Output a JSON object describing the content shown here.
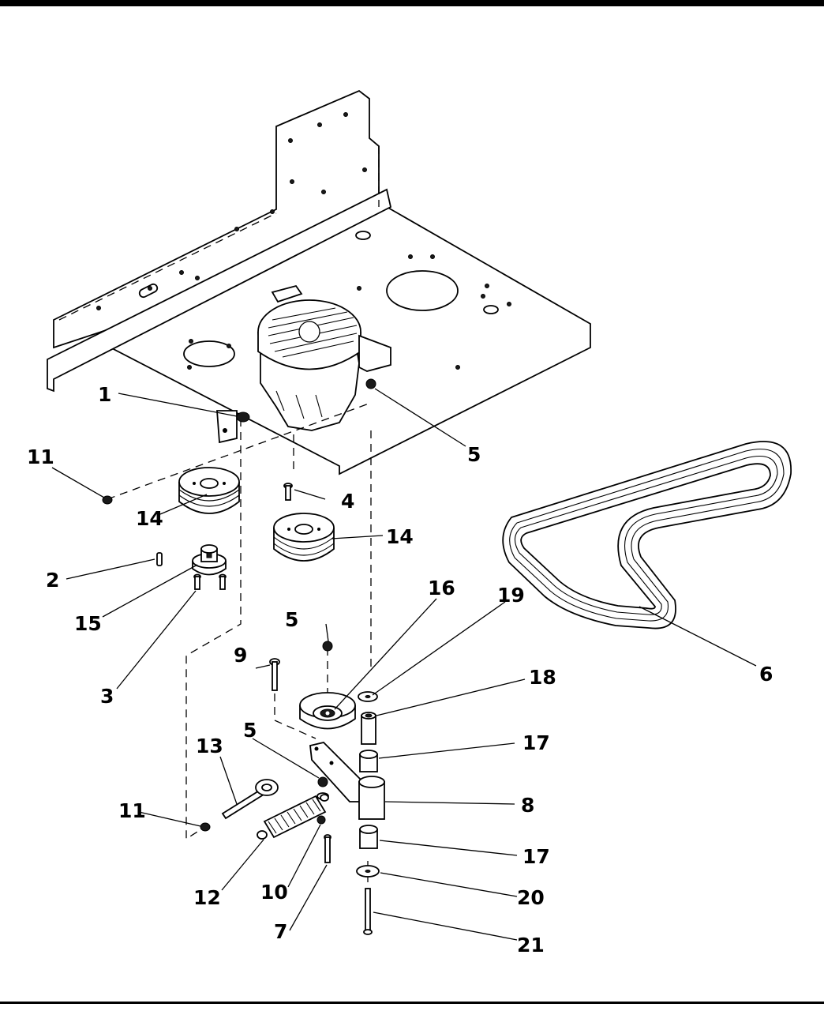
{
  "diagram": {
    "callouts": [
      {
        "id": "c1",
        "label": "1"
      },
      {
        "id": "c2",
        "label": "2"
      },
      {
        "id": "c3",
        "label": "3"
      },
      {
        "id": "c4",
        "label": "4"
      },
      {
        "id": "c5a",
        "label": "5"
      },
      {
        "id": "c5b",
        "label": "5"
      },
      {
        "id": "c5c",
        "label": "5"
      },
      {
        "id": "c6",
        "label": "6"
      },
      {
        "id": "c7",
        "label": "7"
      },
      {
        "id": "c8",
        "label": "8"
      },
      {
        "id": "c9",
        "label": "9"
      },
      {
        "id": "c10",
        "label": "10"
      },
      {
        "id": "c11a",
        "label": "11"
      },
      {
        "id": "c11b",
        "label": "11"
      },
      {
        "id": "c12",
        "label": "12"
      },
      {
        "id": "c13",
        "label": "13"
      },
      {
        "id": "c14a",
        "label": "14"
      },
      {
        "id": "c14b",
        "label": "14"
      },
      {
        "id": "c15",
        "label": "15"
      },
      {
        "id": "c16",
        "label": "16"
      },
      {
        "id": "c17a",
        "label": "17"
      },
      {
        "id": "c17b",
        "label": "17"
      },
      {
        "id": "c18",
        "label": "18"
      },
      {
        "id": "c19",
        "label": "19"
      },
      {
        "id": "c20",
        "label": "20"
      },
      {
        "id": "c21",
        "label": "21"
      }
    ]
  }
}
